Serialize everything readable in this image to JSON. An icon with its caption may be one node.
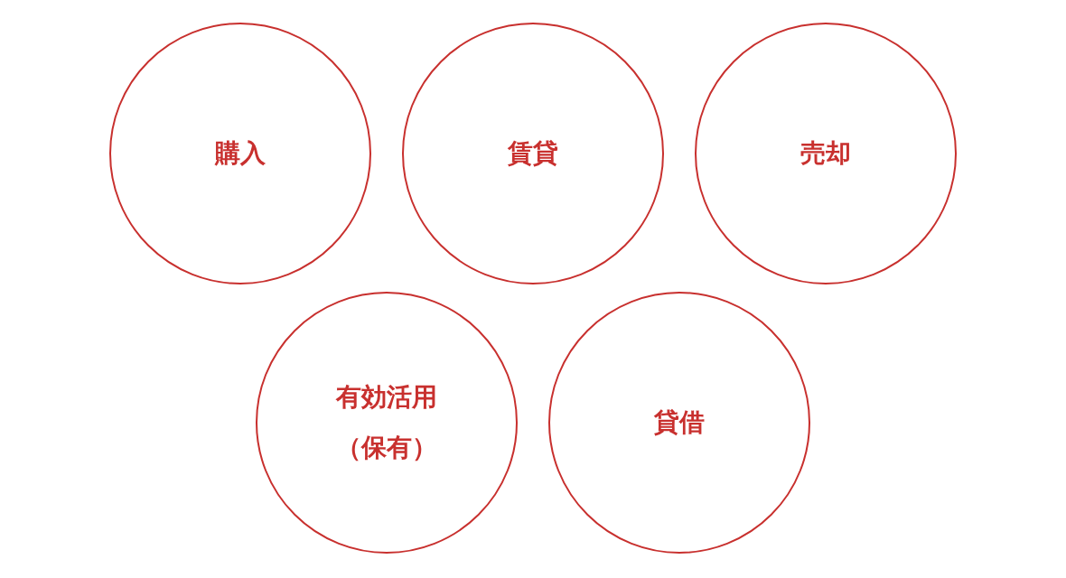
{
  "diagram": {
    "nodes": [
      {
        "text": [
          "購入"
        ]
      },
      {
        "text": [
          "賃貸"
        ]
      },
      {
        "text": [
          "売却"
        ]
      },
      {
        "text": [
          "有効活用（保有）"
        ]
      },
      {
        "text": [
          "貸借"
        ]
      }
    ]
  }
}
